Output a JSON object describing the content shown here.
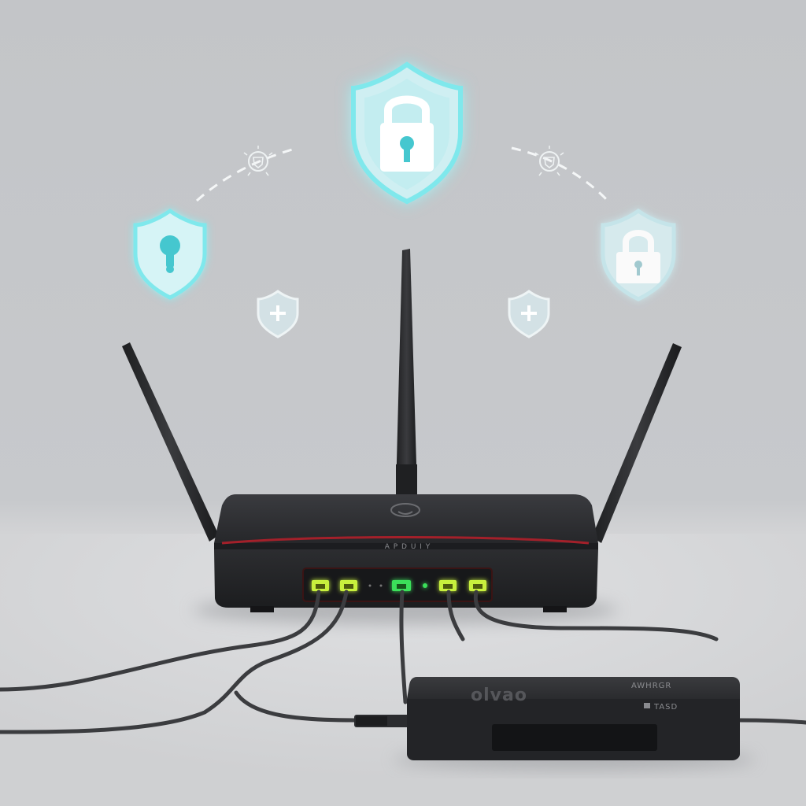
{
  "scene": {
    "background_top": "#c3c5c8",
    "background_bottom": "#d9dadc",
    "glow_color": "#7fe8ec",
    "shield_fill": "#d9f7f8",
    "router_color": "#2a2b2e",
    "router_accent": "#a3202a",
    "port_led_color": "#c8f03c",
    "status_led_color": "#3be05a"
  },
  "router": {
    "front_label": "A P D U I Y"
  },
  "device": {
    "brand_label": "olvao",
    "top_right_label": "AWHRGR",
    "bottom_right_label": "TASD"
  },
  "icons": {
    "center": "shield-lock-icon",
    "left": "shield-keyhole-icon",
    "right": "shield-lock-icon",
    "small_left": "shield-plus-icon",
    "small_right": "shield-plus-icon",
    "tiny_left": "bug-shield-icon",
    "tiny_right": "bug-shield-icon"
  }
}
